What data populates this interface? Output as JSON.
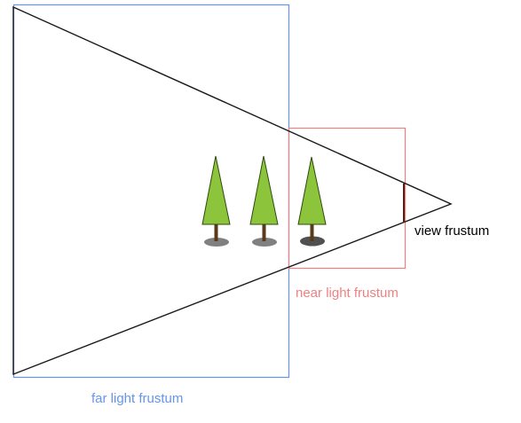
{
  "labels": {
    "view_frustum": "view frustum",
    "near_light_frustum": "near light frustum",
    "far_light_frustum": "far light frustum"
  },
  "colors": {
    "view_frustum": "#1a1a1a",
    "near_light_frustum": "#f08080",
    "far_light_frustum": "#6495ed",
    "tree_foliage": "#8cc43c",
    "tree_trunk": "#5a3a1a",
    "tree_shadow": "#808080",
    "near_plane": "#5a1a1a"
  },
  "trees": [
    {
      "name": "tree-1",
      "icon": "tree-icon"
    },
    {
      "name": "tree-2",
      "icon": "tree-icon"
    },
    {
      "name": "tree-3",
      "icon": "tree-icon"
    }
  ]
}
